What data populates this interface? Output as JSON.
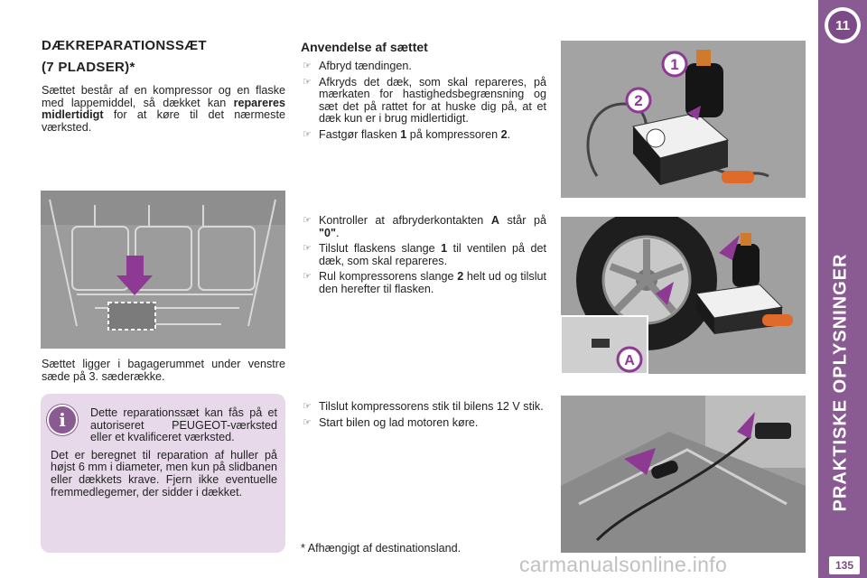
{
  "chapter": {
    "number": "11",
    "title": "PRAKTISKE OPLYSNINGER",
    "page": "135"
  },
  "left": {
    "heading_line1": "DÆKREPARATIONSSÆT",
    "heading_line2": "(7 PLADSER)*",
    "intro_a": "Sættet består af en kompressor og en flaske med lappemiddel, så dækket kan ",
    "intro_bold": "repareres midlertidigt",
    "intro_b": " for at køre til det nærmeste værksted.",
    "location": "Sættet ligger i bagagerummet under venstre sæde på 3. sæderække.",
    "info_p1": "Dette reparationssæt kan fås på et autoriseret PEUGEOT-værksted eller et kvalificeret værksted.",
    "info_p2": "Det er beregnet til reparation af huller på højst 6 mm i diameter, men kun på slidbanen eller dækkets krave. Fjern ikke eventuelle fremmedlegemer, der sidder i dækket."
  },
  "middle": {
    "heading": "Anvendelse af sættet",
    "group1": [
      {
        "text": "Afbryd tændingen."
      },
      {
        "text": "Afkryds det dæk, som skal repareres, på mærkaten for hastighedsbegrænsning og sæt det på rattet for at huske dig på, at et dæk kun er i brug midlertidigt."
      },
      {
        "pre": "Fastgør flasken ",
        "b1": "1",
        "mid": " på kompressoren ",
        "b2": "2",
        "post": "."
      }
    ],
    "group2": [
      {
        "pre": "Kontroller at afbryderkontakten ",
        "b1": "A",
        "mid": " står på ",
        "b2": "\"0\"",
        "post": "."
      },
      {
        "pre": "Tilslut flaskens slange ",
        "b1": "1",
        "mid": " til ventilen på det dæk, som skal repareres.",
        "b2": "",
        "post": ""
      },
      {
        "pre": "Rul kompressorens slange ",
        "b1": "2",
        "mid": " helt ud og tilslut den herefter til flasken.",
        "b2": "",
        "post": ""
      }
    ],
    "group3": [
      {
        "text": "Tilslut kompressorens stik til bilens 12 V stik."
      },
      {
        "text": "Start bilen og lad motoren køre."
      }
    ],
    "footnote": "* Afhængigt af destinationsland."
  },
  "figures": {
    "label_1": "1",
    "label_2": "2",
    "label_A": "A"
  },
  "watermark": "carmanualsonline.info",
  "colors": {
    "accent": "#8a5a92",
    "info_bg": "#e7d8ea",
    "photo_grey": "#9a9a9a",
    "arrow": "#8e3a95"
  }
}
